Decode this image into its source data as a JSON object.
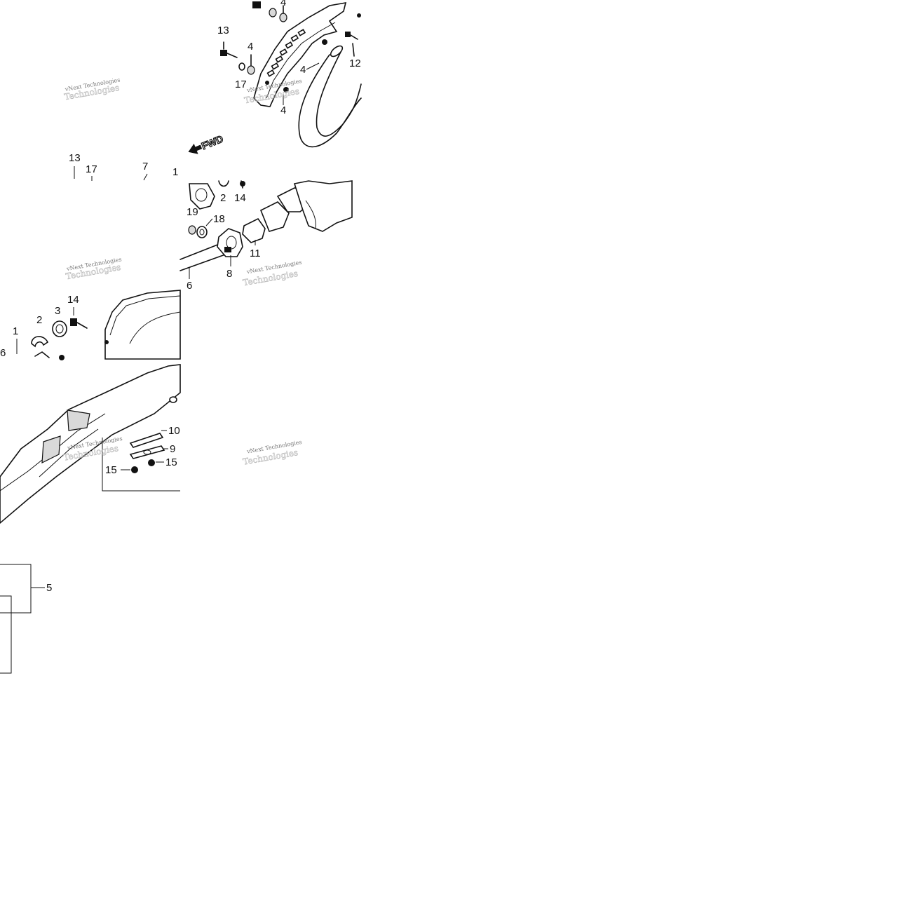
{
  "diagram": {
    "direction_arrow_label": "FWD",
    "watermark_text": "vNext Technologies",
    "callouts_top_tile": [
      "4",
      "4",
      "13",
      "4",
      "12",
      "17",
      "4"
    ],
    "callouts_left_tile": [
      "13",
      "17",
      "7",
      "14",
      "2",
      "3",
      "1",
      "6"
    ],
    "callouts_right_tile": [
      "2",
      "14",
      "19",
      "18",
      "11",
      "8",
      "6"
    ],
    "callouts_lower_tile": [
      "10",
      "9",
      "15",
      "15"
    ],
    "callouts_bottom": [
      "5"
    ],
    "icons": {
      "arrow": "fwd-arrow-icon"
    }
  }
}
